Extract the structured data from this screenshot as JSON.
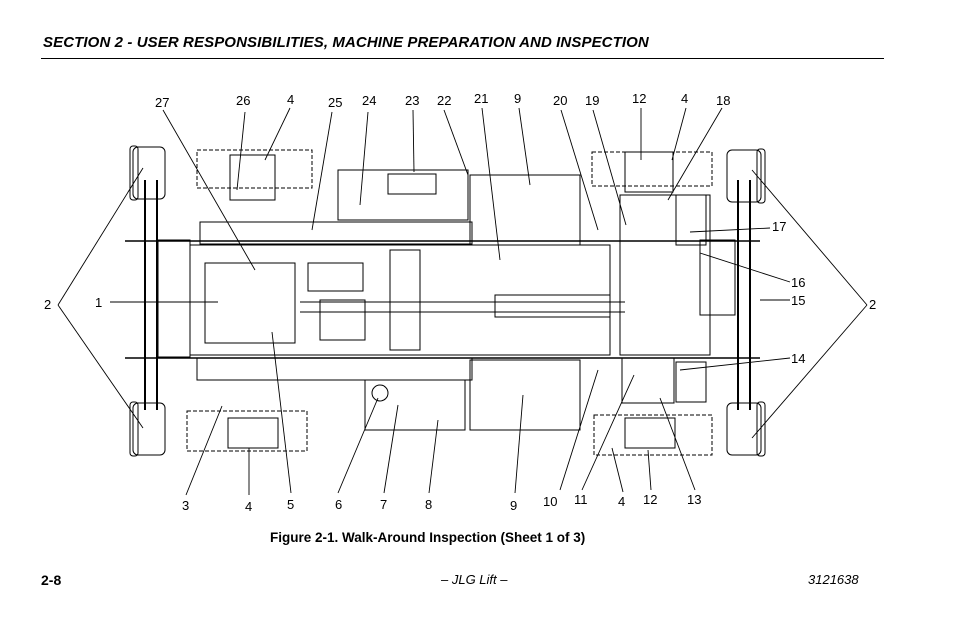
{
  "header": {
    "title": "SECTION 2 - USER RESPONSIBILITIES, MACHINE PREPARATION AND INSPECTION"
  },
  "figure": {
    "caption": "Figure 2-1. Walk-Around Inspection (Sheet 1 of 3)",
    "callouts": {
      "c27": "27",
      "c26": "26",
      "c4a": "4",
      "c25": "25",
      "c24": "24",
      "c23": "23",
      "c22": "22",
      "c21": "21",
      "c9a": "9",
      "c20": "20",
      "c19": "19",
      "c12a": "12",
      "c4b": "4",
      "c18": "18",
      "c17": "17",
      "c16": "16",
      "c15": "15",
      "c14": "14",
      "c2l": "2",
      "c1": "1",
      "c2r": "2",
      "c3": "3",
      "c4c": "4",
      "c5": "5",
      "c6": "6",
      "c7": "7",
      "c8": "8",
      "c9b": "9",
      "c10": "10",
      "c11": "11",
      "c4d": "4",
      "c12b": "12",
      "c13": "13"
    }
  },
  "footer": {
    "page": "2-8",
    "center": "– JLG Lift –",
    "doc_number": "3121638"
  }
}
